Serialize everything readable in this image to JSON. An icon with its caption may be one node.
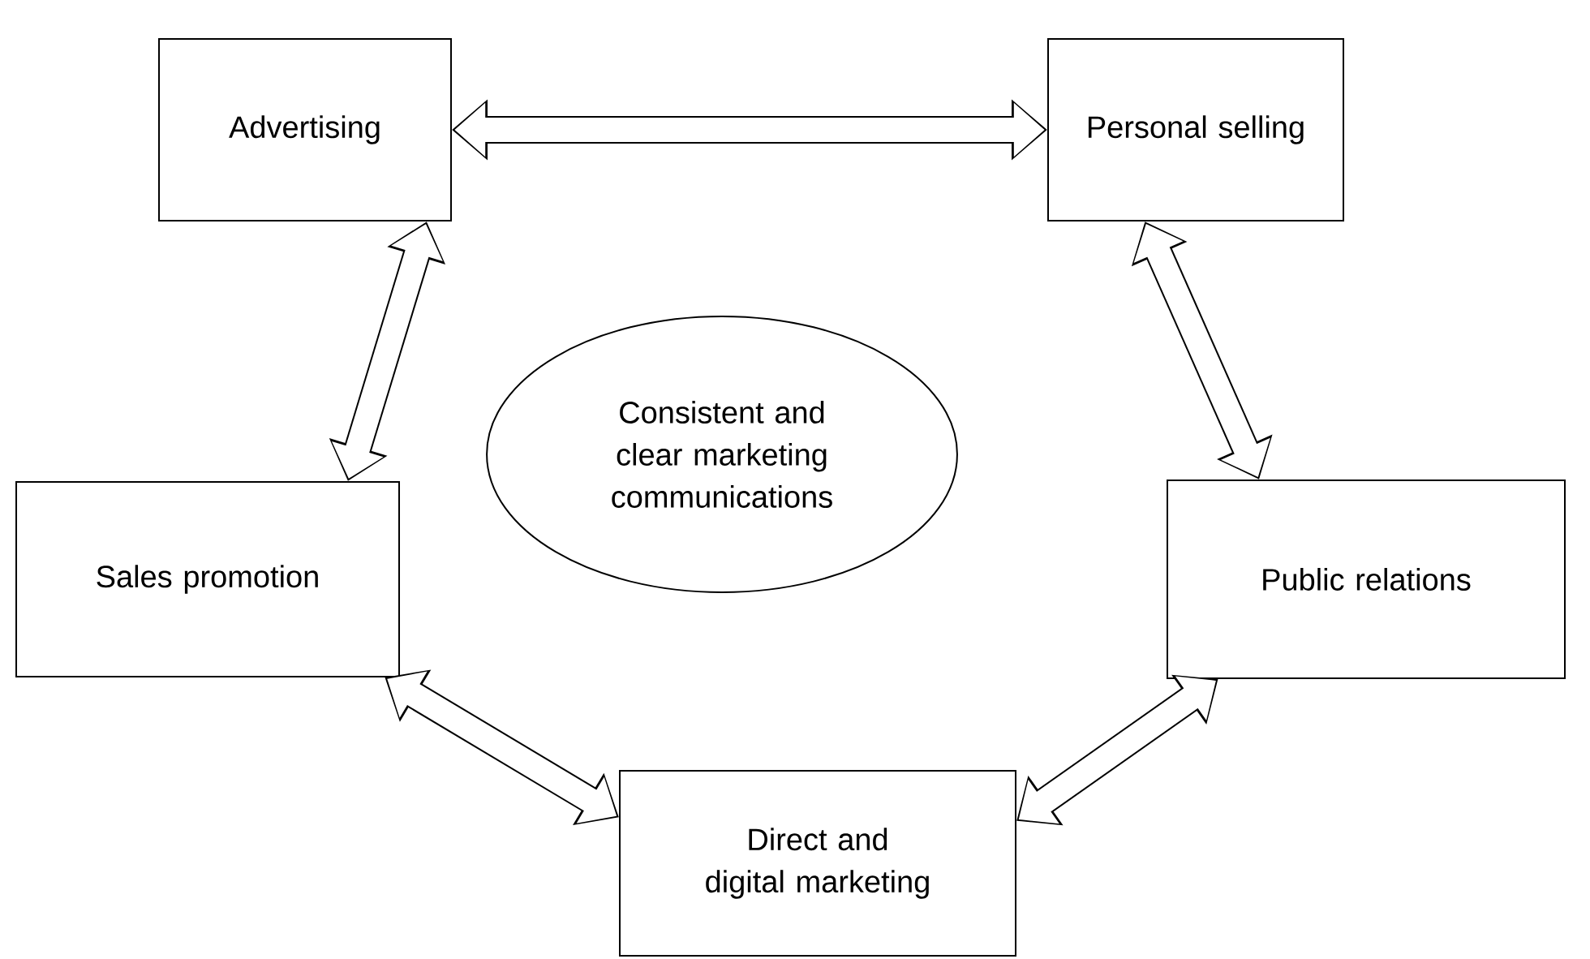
{
  "diagram": {
    "nodes": [
      {
        "text": [
          "Advertising"
        ]
      },
      {
        "text": [
          "Personal selling"
        ]
      },
      {
        "text": [
          "Consistent and clear marketing communications"
        ]
      },
      {
        "text": [
          "Sales promotion"
        ]
      },
      {
        "text": [
          "Public relations"
        ]
      },
      {
        "text": [
          "Direct and digital marketing"
        ]
      }
    ],
    "edges": [
      {
        "from": 0,
        "to": 1,
        "arrow": "both"
      },
      {
        "from": 0,
        "to": 3,
        "arrow": "both"
      },
      {
        "from": 1,
        "to": 4,
        "arrow": "both"
      },
      {
        "from": 3,
        "to": 5,
        "arrow": "both"
      },
      {
        "from": 5,
        "to": 4,
        "arrow": "both"
      }
    ]
  }
}
